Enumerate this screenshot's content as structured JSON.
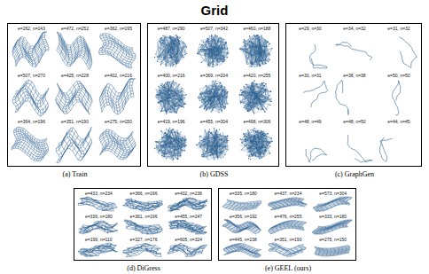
{
  "diagram": {
    "title": "Grid",
    "nodes": [
      {
        "text": [
          "(a) Train",
          "e=262, n=143",
          "e=472, n=252",
          "e=362, n=195",
          "e=507, n=270",
          "e=425, n=228",
          "e=402, n=216",
          "e=364, n=196",
          "e=351, n=190",
          "e=275, n=150"
        ]
      },
      {
        "text": [
          "(b) GDSS",
          "e=487, n=290",
          "e=507, n=342",
          "e=460, n=188",
          "e=400, n=216",
          "e=369, n=204",
          "e=420, n=255",
          "e=419, n=196",
          "e=455, n=304",
          "e=498, n=306"
        ]
      },
      {
        "text": [
          "(c) GraphGen",
          "e=29, n=30",
          "e=34, n=32",
          "e=31, n=32",
          "e=30, n=31",
          "e=38, n=38",
          "e=50, n=50",
          "e=48, n=49",
          "e=48, n=50",
          "e=44, n=45"
        ]
      },
      {
        "text": [
          "(d) DiGress",
          "e=433, n=234",
          "e=366, n=196",
          "e=432, n=236",
          "e=336, n=180",
          "e=361, n=196",
          "e=455, n=247",
          "e=199, n=110",
          "e=327, n=176",
          "e=605, n=324"
        ]
      },
      {
        "text": [
          "(e) GEEL (ours)",
          "e=335, n=180",
          "e=437, n=234",
          "e=573, n=304",
          "e=356, n=192",
          "e=476, n=255",
          "e=333, n=180",
          "e=445, n=238",
          "e=351, n=190",
          "e=275, n=150"
        ]
      }
    ]
  }
}
